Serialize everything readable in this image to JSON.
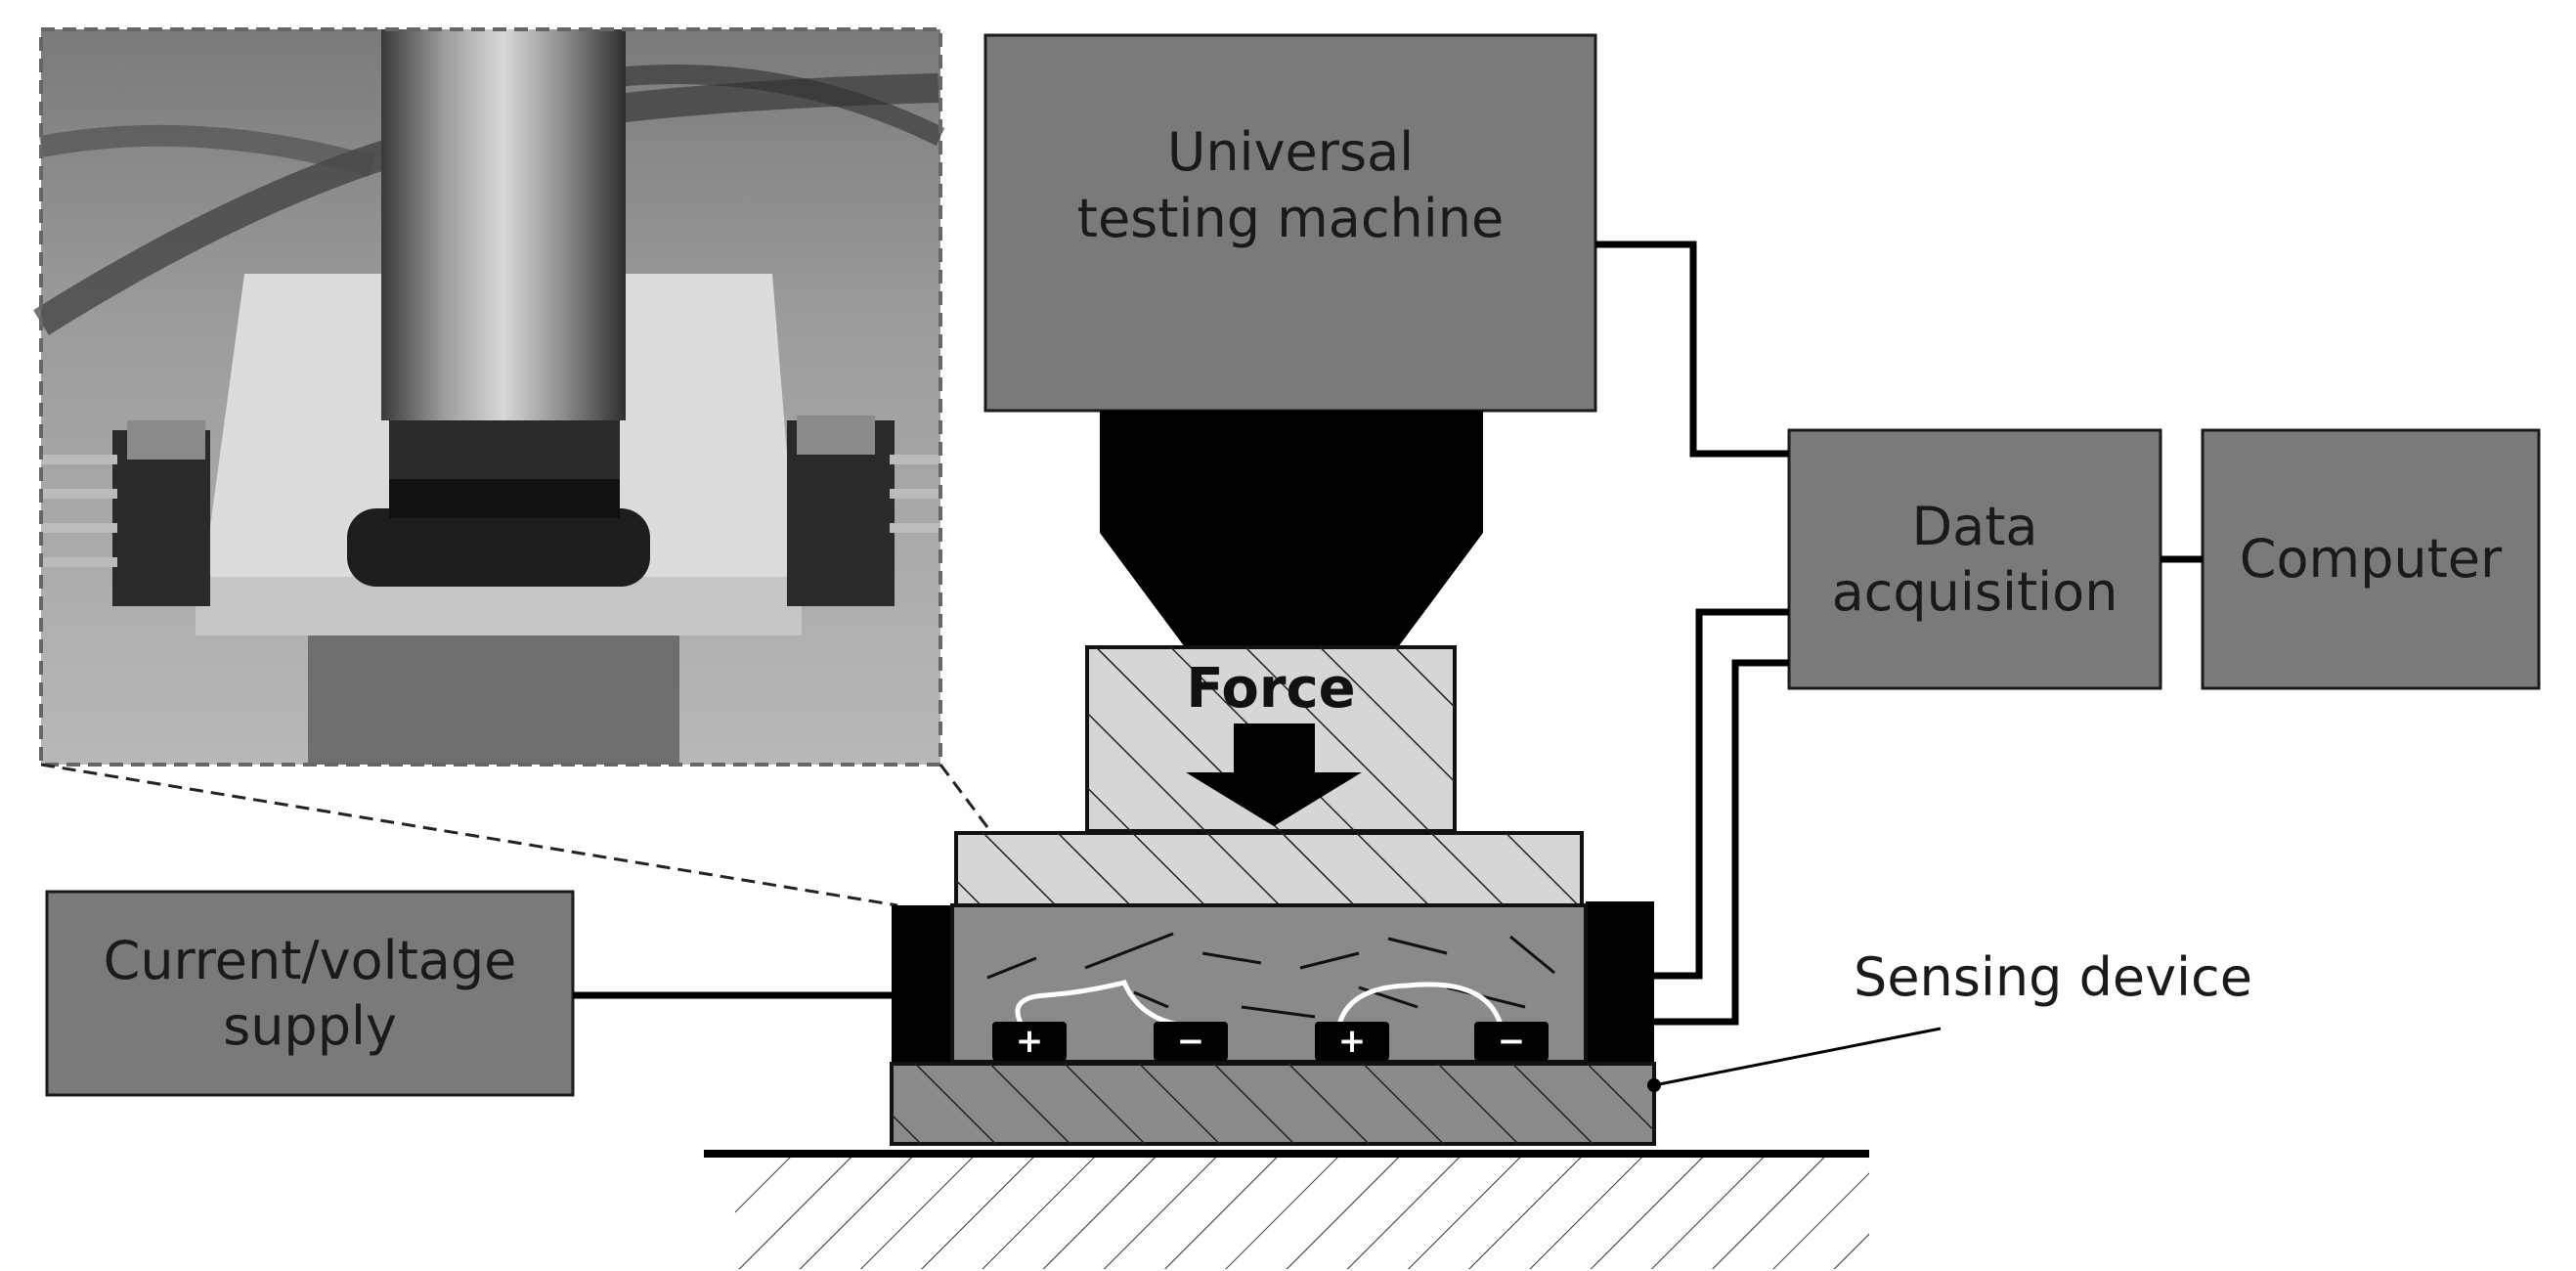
{
  "labels": {
    "utm_line1": "Universal",
    "utm_line2": "testing machine",
    "daq_line1": "Data",
    "daq_line2": "acquisition",
    "computer": "Computer",
    "supply_line1": "Current/voltage",
    "supply_line2": "supply",
    "sensing_device": "Sensing device",
    "force": "Force",
    "plus": "+",
    "minus": "−"
  },
  "colors": {
    "box_fill": "#7a7a7a",
    "dark": "#000000",
    "light_fill": "#d6d6d6",
    "composite_fill": "#888888"
  },
  "icons": {
    "force_arrow": "down-arrow-icon",
    "photo_inset": "photo-of-test-setup"
  }
}
